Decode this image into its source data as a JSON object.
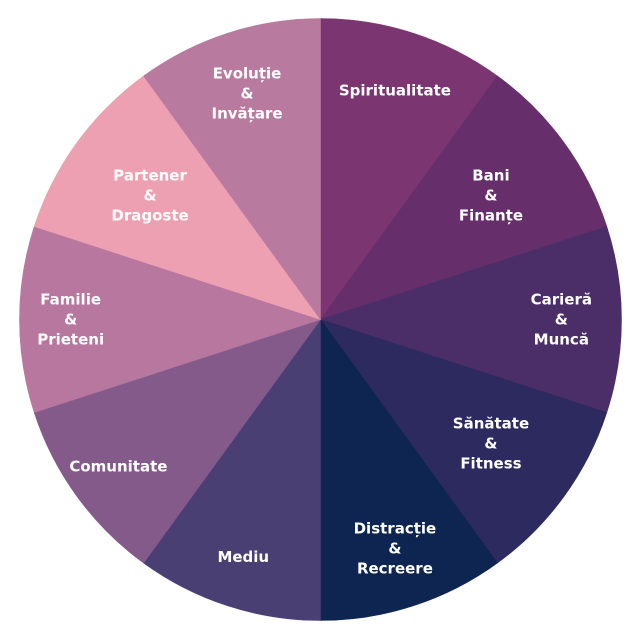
{
  "wheel": {
    "title": "",
    "segments": [
      {
        "lines": [
          "Spiritualitate"
        ],
        "color": "#7b3570"
      },
      {
        "lines": [
          "Bani",
          "&",
          "Finanțe"
        ],
        "color": "#662f6c"
      },
      {
        "lines": [
          "Carieră",
          "&",
          "Muncă"
        ],
        "color": "#4b2e68"
      },
      {
        "lines": [
          "Sănătate",
          "&",
          "Fitness"
        ],
        "color": "#2c2a5e"
      },
      {
        "lines": [
          "Distracție",
          "&",
          "Recreere"
        ],
        "color": "#0d2550"
      },
      {
        "lines": [
          "Mediu"
        ],
        "color": "#4a3f72"
      },
      {
        "lines": [
          "Comunitate"
        ],
        "color": "#845a8b"
      },
      {
        "lines": [
          "Familie",
          "&",
          "Prieteni"
        ],
        "color": "#b7779f"
      },
      {
        "lines": [
          "Partener",
          "&",
          "Dragoste"
        ],
        "color": "#eda0b2"
      },
      {
        "lines": [
          "Evoluție",
          "&",
          "Invățare"
        ],
        "color": "#b97a9f"
      }
    ]
  }
}
